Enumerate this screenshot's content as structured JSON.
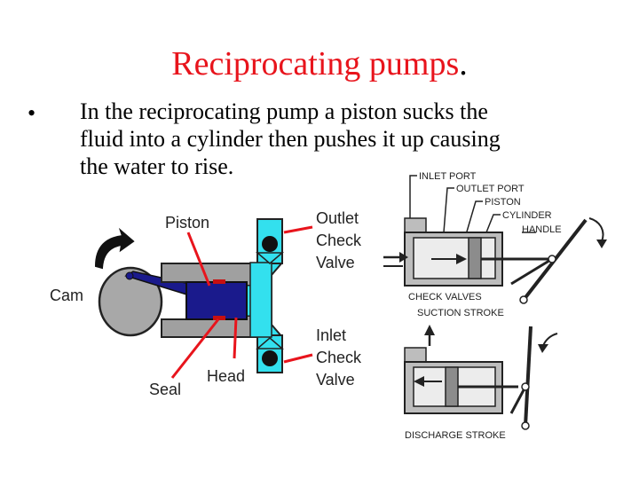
{
  "slide": {
    "title_main": "Reciprocating pumps",
    "title_period": ".",
    "bullet_symbol": "•",
    "body_lines": [
      "In the reciprocating pump a piston sucks  the",
      "fluid into a cylinder then pushes it up causing",
      "the water to rise."
    ]
  },
  "left_diagram": {
    "labels": {
      "piston": "Piston",
      "cam": "Cam",
      "outlet_1": "Outlet",
      "outlet_2": "Check",
      "outlet_3": "Valve",
      "inlet_1": "Inlet",
      "inlet_2": "Check",
      "inlet_3": "Valve",
      "head": "Head",
      "seal": "Seal"
    }
  },
  "right_diagram": {
    "labels": {
      "inlet_port": "INLET PORT",
      "outlet_port": "OUTLET PORT",
      "piston": "PISTON",
      "cylinder": "CYLINDER",
      "handle": "HANDLE",
      "check_valves": "CHECK VALVES",
      "suction_stroke": "SUCTION STROKE",
      "discharge_stroke": "DISCHARGE STROKE"
    }
  },
  "colors": {
    "title_red": "#e8141c",
    "piston_blue": "#1a1a8c",
    "fluid_cyan": "#33e0ee",
    "arrow_red": "#e8141c",
    "grey": "#9a9a9a"
  }
}
